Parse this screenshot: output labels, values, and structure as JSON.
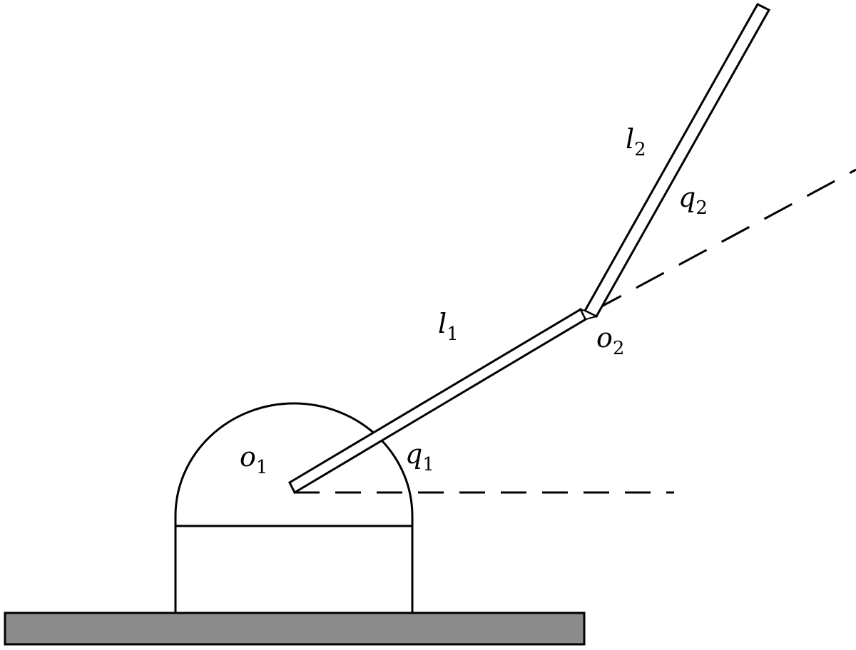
{
  "colors": {
    "stroke": "#000000",
    "base_fill": "#8c8c8c",
    "link_fill": "#ffffff",
    "background": "#ffffff"
  },
  "labels": {
    "l1": {
      "main": "l",
      "sub": "1"
    },
    "l2": {
      "main": "l",
      "sub": "2"
    },
    "q1": {
      "main": "q",
      "sub": "1"
    },
    "q2": {
      "main": "q",
      "sub": "2"
    },
    "o1": {
      "main": "o",
      "sub": "1"
    },
    "o2": {
      "main": "o",
      "sub": "2"
    }
  }
}
